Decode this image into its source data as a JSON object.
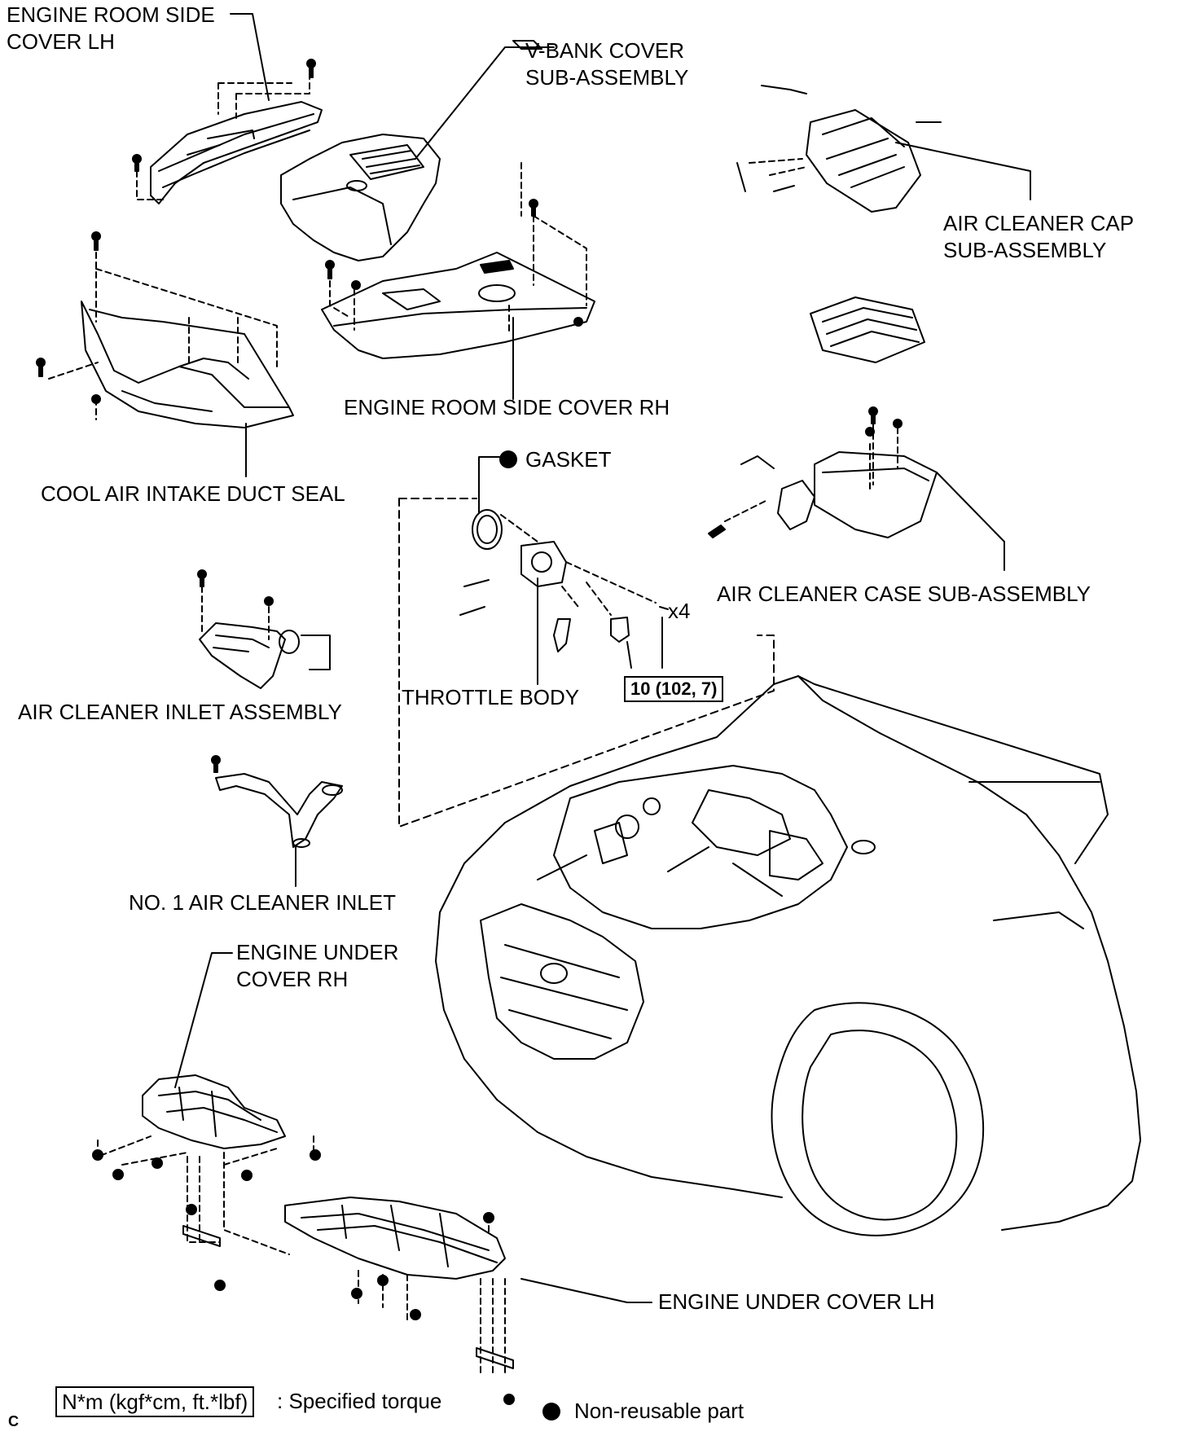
{
  "labels": {
    "engine_room_side_cover_lh": "ENGINE ROOM SIDE\nCOVER LH",
    "v_bank_cover": "V-BANK COVER\nSUB-ASSEMBLY",
    "air_cleaner_cap": "AIR CLEANER CAP\nSUB-ASSEMBLY",
    "engine_room_side_cover_rh": "ENGINE ROOM SIDE COVER RH",
    "gasket": "GASKET",
    "cool_air_intake_duct_seal": "COOL AIR INTAKE DUCT SEAL",
    "air_cleaner_case": "AIR CLEANER CASE SUB-ASSEMBLY",
    "throttle_body": "THROTTLE BODY",
    "qty_x4": "x4",
    "torque_value": "10 (102, 7)",
    "air_cleaner_inlet_assembly": "AIR CLEANER INLET ASSEMBLY",
    "no1_air_cleaner_inlet": "NO. 1 AIR CLEANER INLET",
    "engine_under_cover_rh": "ENGINE UNDER\nCOVER RH",
    "engine_under_cover_lh": "ENGINE UNDER COVER LH",
    "corner_mark": "C"
  },
  "legend": {
    "torque_units": "N*m (kgf*cm, ft.*lbf)",
    "torque_text": ": Specified torque",
    "non_reusable_text": "Non-reusable part"
  }
}
